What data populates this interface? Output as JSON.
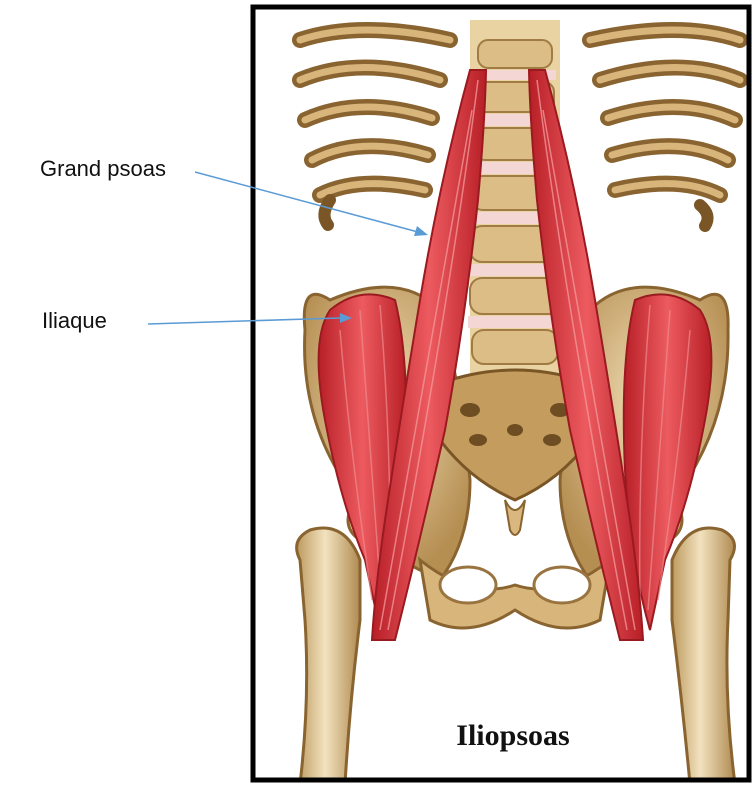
{
  "labels": {
    "psoas": "Grand psoas",
    "iliaque": "Iliaque"
  },
  "plate": {
    "title": "Iliopsoas"
  },
  "colors": {
    "bone": "#c9a56a",
    "bone_light": "#e6cfa0",
    "bone_dark": "#7a5a2c",
    "muscle": "#d2343a",
    "muscle_light": "#ef6a6e",
    "arrow": "#5b9bd5",
    "frame": "#000000"
  }
}
